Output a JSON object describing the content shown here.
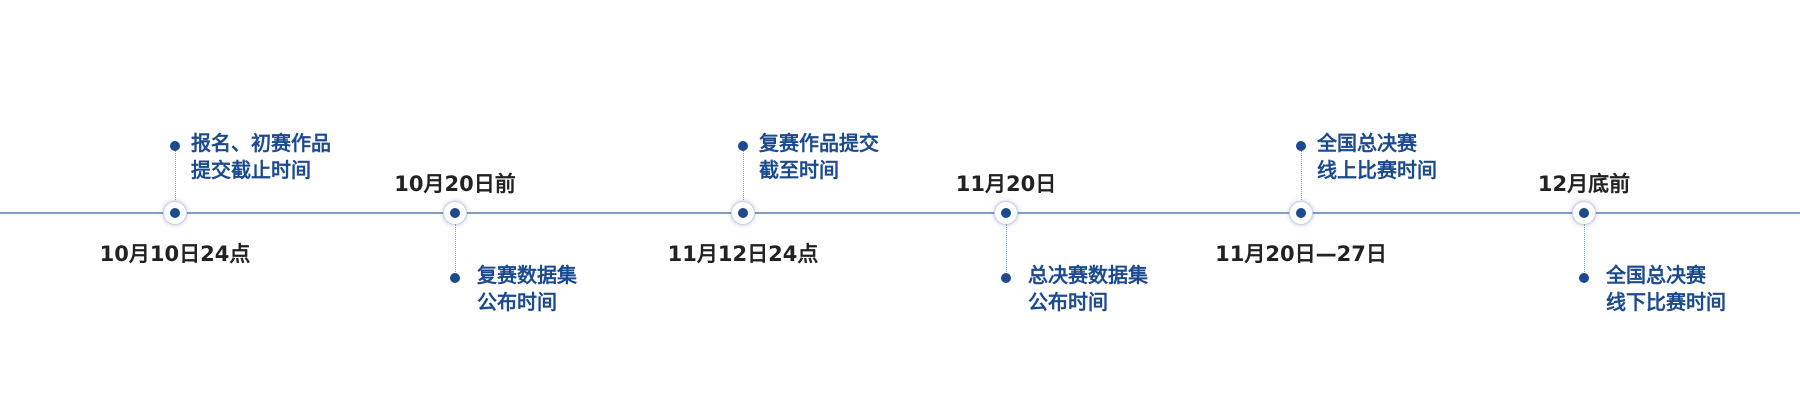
{
  "timeline": [
    {
      "date": "10月10日24点",
      "desc": [
        "报名、初赛作品",
        "提交截止时间"
      ]
    },
    {
      "date": "10月20日前",
      "desc": [
        "复赛数据集",
        "公布时间"
      ]
    },
    {
      "date": "11月12日24点",
      "desc": [
        "复赛作品提交",
        "截至时间"
      ]
    },
    {
      "date": "11月20日",
      "desc": [
        "总决赛数据集",
        "公布时间"
      ]
    },
    {
      "date": "11月20日—27日",
      "desc": [
        "全国总决赛",
        "线上比赛时间"
      ]
    },
    {
      "date": "12月底前",
      "desc": [
        "全国总决赛",
        "线下比赛时间"
      ]
    }
  ],
  "colors": {
    "accent": "#1c4a8e",
    "line": "#7f9fca"
  }
}
